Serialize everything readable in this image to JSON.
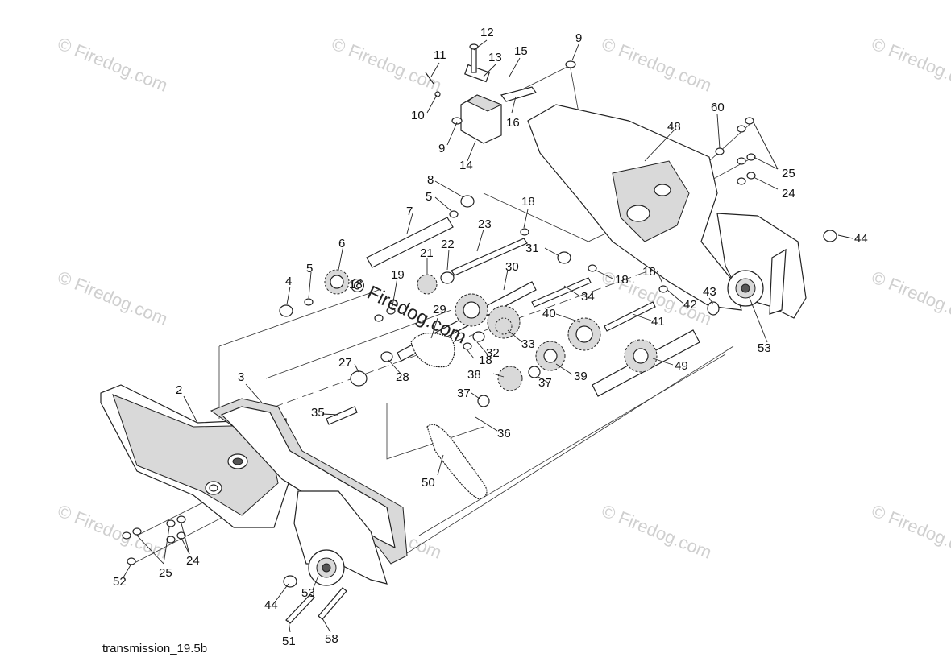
{
  "diagram": {
    "caption": "transmission_19.5b",
    "watermark_text": "© Firedog.com",
    "callouts": [
      "12",
      "11",
      "13",
      "15",
      "9",
      "10",
      "16",
      "9",
      "14",
      "60",
      "48",
      "25",
      "24",
      "8",
      "5",
      "18",
      "7",
      "23",
      "6",
      "5",
      "4",
      "21",
      "22",
      "31",
      "18",
      "19",
      "30",
      "18",
      "34",
      "18",
      "42",
      "43",
      "44",
      "29",
      "32",
      "33",
      "40",
      "41",
      "27",
      "18",
      "28",
      "38",
      "37",
      "39",
      "49",
      "53",
      "2",
      "3",
      "35",
      "37",
      "36",
      "50",
      "25",
      "24",
      "52",
      "44",
      "53",
      "51",
      "58"
    ]
  }
}
